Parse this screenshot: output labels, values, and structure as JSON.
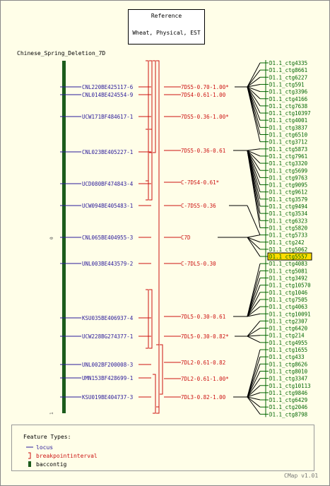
{
  "reference": {
    "title": "Reference",
    "subtitle": "Wheat, Physical, EST"
  },
  "map": {
    "title": "Chinese_Spring_Deletion_7D",
    "scale_top": "0",
    "scale_bottom": "1"
  },
  "loci": [
    "CNL220BE425117-6",
    "CNL014BE424554-9",
    "UCW171BF484617-1",
    "CNL023BE405227-1",
    "UCD080BF474843-4",
    "UCW094BE405483-1",
    "CNL065BE404955-3",
    "UNL003BE443579-2",
    "KSU035BE406937-4",
    "UCW228BG274377-1",
    "UNL002BF200008-3",
    "UMN153BF428699-1",
    "KSU019BE404737-3"
  ],
  "intervals": [
    "7DS5-0.70-1.00*",
    "7DS4-0.61-1.00",
    "7DS5-0.36-1.00*",
    "7DS5-0.36-0.61",
    "C-7DS4-0.61*",
    "C-7DS5-0.36",
    "C7D",
    "C-7DL5-0.30",
    "7DL5-0.30-0.61",
    "7DL5-0.30-0.82*",
    "7DL2-0.61-0.82",
    "7DL2-0.61-1.00*",
    "7DL3-0.82-1.00"
  ],
  "contigs": [
    "D1.1_ctg4335",
    "D1.1_ctg8661",
    "D1.1_ctg6227",
    "D1.1_ctg591",
    "D1.1_ctg3396",
    "D1.1_ctg4166",
    "D1.1_ctg7638",
    "D1.1_ctg10397",
    "D1.1_ctg4001",
    "D1.1_ctg3837",
    "D1.1_ctg6510",
    "D1.1_ctg3712",
    "D1.1_ctg5873",
    "D1.1_ctg7961",
    "D1.1_ctg3320",
    "D1.1_ctg5699",
    "D1.1_ctg9763",
    "D1.1_ctg9095",
    "D1.1_ctg9612",
    "D1.1_ctg3579",
    "D1.1_ctg9494",
    "D1.1_ctg3534",
    "D1.1_ctg6323",
    "D1.1_ctg5820",
    "D1.1_ctg5733",
    "D1.1_ctg242",
    "D1.1_ctg5062",
    "D1.1_ctg5557",
    "D1.1_ctg4083",
    "D1.1_ctg5081",
    "D1.1_ctg3492",
    "D1.1_ctg10570",
    "D1.1_ctg1046",
    "D1.1_ctg7505",
    "D1.1_ctg4063",
    "D1.1_ctg10091",
    "D1.1_ctg2307",
    "D1.1_ctg6420",
    "D1.1_ctg214",
    "D1.1_ctg4955",
    "D1.1_ctg1655",
    "D1.1_ctg433",
    "D1.1_ctg8626",
    "D1.1_ctg8010",
    "D1.1_ctg3347",
    "D1.1_ctg10113",
    "D1.1_ctg9846",
    "D1.1_ctg6429",
    "D1.1_ctg2046",
    "D1.1_ctg8798"
  ],
  "highlighted_contig": "D1.1_ctg5557",
  "links": [
    [
      0,
      [
        0,
        1,
        2,
        3,
        4,
        5,
        6,
        7,
        8,
        9,
        10,
        11
      ]
    ],
    [
      3,
      [
        12,
        13,
        14,
        15,
        16,
        17,
        18,
        19,
        20,
        21,
        22,
        23
      ]
    ],
    [
      5,
      [
        24
      ]
    ],
    [
      6,
      [
        24,
        25,
        26,
        27
      ]
    ],
    [
      8,
      [
        28,
        29,
        30,
        31,
        32,
        33,
        34,
        35
      ]
    ],
    [
      9,
      [
        36,
        37,
        38,
        39
      ]
    ],
    [
      12,
      [
        40,
        41,
        42,
        43,
        44,
        45,
        46,
        47,
        48,
        49
      ]
    ]
  ],
  "legend": {
    "heading": "Feature Types:",
    "items": [
      "locus",
      "breakpointinterval",
      "baccontig"
    ]
  },
  "colors": {
    "locus": "#2a1a9a",
    "interval": "#cc1111",
    "contig": "#006600",
    "baccontig_bar": "#1c5c1c",
    "highlight": "#ffdd00"
  },
  "version": "CMap v1.01"
}
